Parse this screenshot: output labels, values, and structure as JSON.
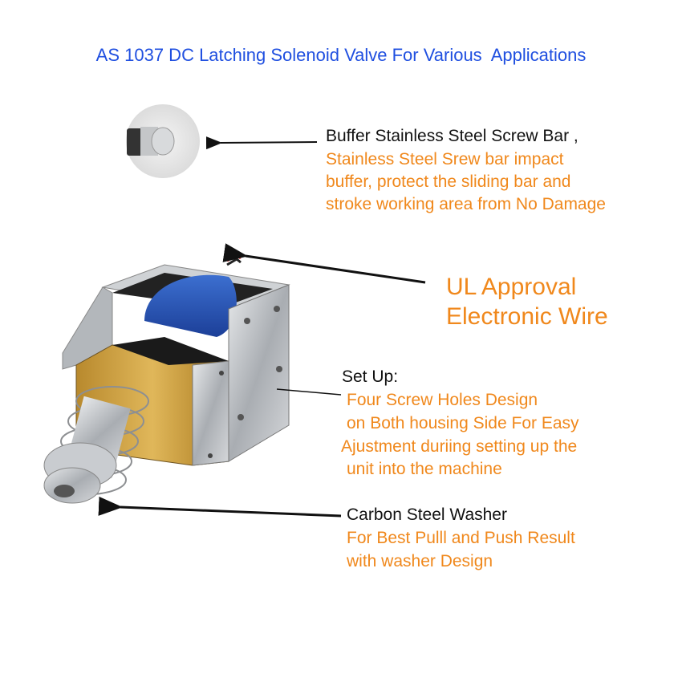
{
  "title": "AS 1037 DC Latching Solenoid Valve For Various  Applications",
  "callouts": {
    "buffer": {
      "heading": "Buffer Stainless Steel Screw Bar ,",
      "lines": [
        "Stainless Steel Srew bar impact",
        "buffer, protect the sliding bar and",
        "stroke working area from No Damage"
      ]
    },
    "wire": {
      "lines": [
        "UL Approval",
        "Electronic Wire"
      ]
    },
    "setup": {
      "heading": "Set Up:",
      "lines": [
        "Four Screw Holes Design",
        "on Both housing Side For Easy",
        "Ajustment duriing setting up the",
        "unit into the machine"
      ]
    },
    "washer": {
      "heading": "Carbon Steel Washer",
      "lines": [
        "For Best Pulll and Push Result",
        "with washer Design"
      ]
    }
  },
  "colors": {
    "title": "#1f4fe0",
    "accent": "#f0881c",
    "text": "#111111"
  }
}
